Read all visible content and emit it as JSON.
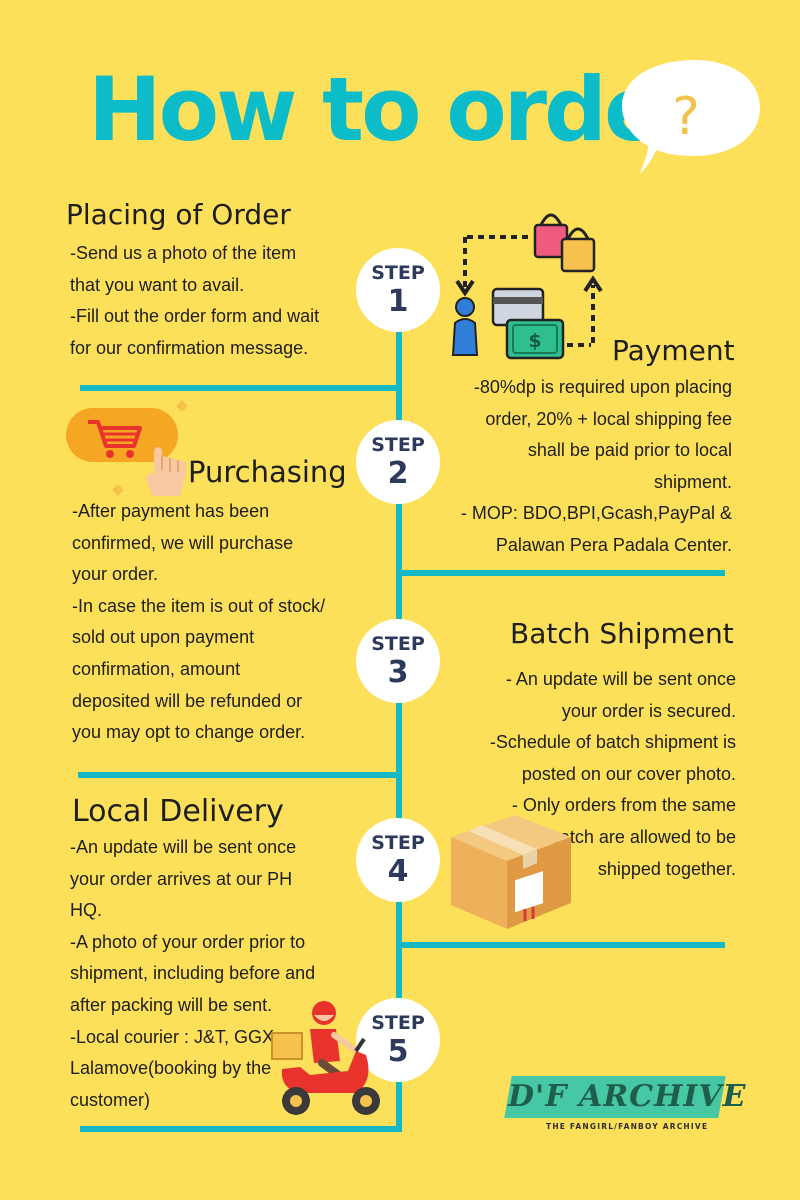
{
  "title": "How to order",
  "bubble_mark": "?",
  "steps": [
    {
      "word": "STEP",
      "num": "1"
    },
    {
      "word": "STEP",
      "num": "2"
    },
    {
      "word": "STEP",
      "num": "3"
    },
    {
      "word": "STEP",
      "num": "4"
    },
    {
      "word": "STEP",
      "num": "5"
    }
  ],
  "placing": {
    "heading": "Placing of Order",
    "lines": [
      "-Send us a photo of the item",
      "that you want to avail.",
      "-Fill out the order form and wait",
      "for our confirmation message."
    ]
  },
  "payment": {
    "heading": "Payment",
    "lines": [
      "-80%dp is required upon placing",
      "order, 20% + local shipping fee",
      "shall be paid prior to local",
      "shipment.",
      "- MOP: BDO,BPI,Gcash,PayPal &",
      "Palawan Pera Padala Center."
    ]
  },
  "purchasing": {
    "heading": "Purchasing",
    "lines": [
      "-After payment has been",
      "confirmed, we will purchase",
      "your order.",
      "-In case the item is out of stock/",
      "sold out  upon payment",
      "confirmation, amount",
      "deposited will be refunded or",
      "you may opt to change order."
    ]
  },
  "batch": {
    "heading": "Batch Shipment",
    "lines": [
      "- An update will be sent once",
      "your order is secured.",
      "-Schedule of batch shipment is",
      "posted on our cover photo.",
      "- Only orders from the same",
      "batch are allowed to be",
      "shipped together."
    ]
  },
  "delivery": {
    "heading": "Local Delivery",
    "lines": [
      "-An update will be sent once",
      "your order arrives at our PH",
      "HQ.",
      "-A photo of your order prior to",
      "shipment, including before and",
      "after packing will be sent.",
      "-Local courier : J&T, GGX,",
      "Lalamove(booking by the",
      "customer)"
    ]
  },
  "payment_icon_label": "$",
  "logo": {
    "main": "D'F ARCHIVE",
    "sub": "THE FANGIRL/FANBOY ARCHIVE"
  },
  "colors": {
    "background": "#fde05a",
    "title": "#0dbcc9",
    "line": "#15b8c4",
    "step_text": "#2d3a5b",
    "logo_bg": "#46c8a5"
  }
}
